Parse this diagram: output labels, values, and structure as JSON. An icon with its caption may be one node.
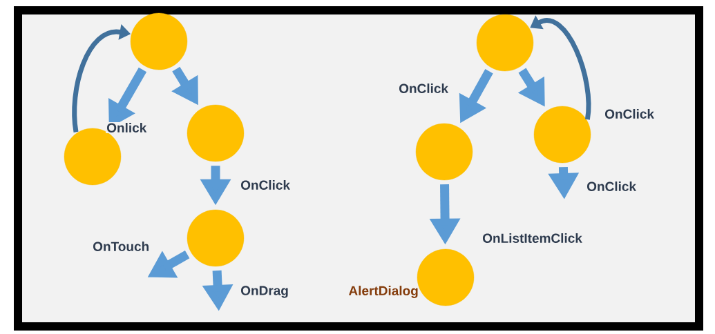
{
  "diagram": {
    "nodes": [
      {
        "text": [],
        "shape": "circle"
      },
      {
        "text": [],
        "shape": "circle"
      },
      {
        "text": [],
        "shape": "circle"
      },
      {
        "text": [],
        "shape": "circle"
      },
      {
        "text": [],
        "shape": "circle"
      },
      {
        "text": [],
        "shape": "circle"
      },
      {
        "text": [],
        "shape": "circle"
      },
      {
        "text": [],
        "shape": "circle",
        "beside": [
          "AlertDialog"
        ]
      }
    ],
    "edges": [
      {
        "from": 0,
        "to": 1,
        "arrow": "to",
        "label": "Onlick"
      },
      {
        "from": 0,
        "to": 2,
        "arrow": "to"
      },
      {
        "from": 1,
        "to": 0,
        "arrow": "to",
        "color": "#41719c"
      },
      {
        "from": 2,
        "to": 3,
        "arrow": "to",
        "label": "OnClick"
      },
      {
        "from": 3,
        "to": null,
        "arrow": "to",
        "label": "OnTouch"
      },
      {
        "from": 3,
        "to": null,
        "arrow": "to",
        "label": "OnDrag"
      },
      {
        "from": 4,
        "to": 5,
        "arrow": "to",
        "label": "OnClick"
      },
      {
        "from": 4,
        "to": 6,
        "arrow": "to"
      },
      {
        "from": 6,
        "to": 4,
        "arrow": "to",
        "color": "#41719c",
        "label": "OnClick"
      },
      {
        "from": 6,
        "to": null,
        "arrow": "to",
        "label": "OnClick"
      },
      {
        "from": 5,
        "to": 7,
        "arrow": "to"
      }
    ],
    "labels": [
      "OnListItemClick"
    ]
  }
}
